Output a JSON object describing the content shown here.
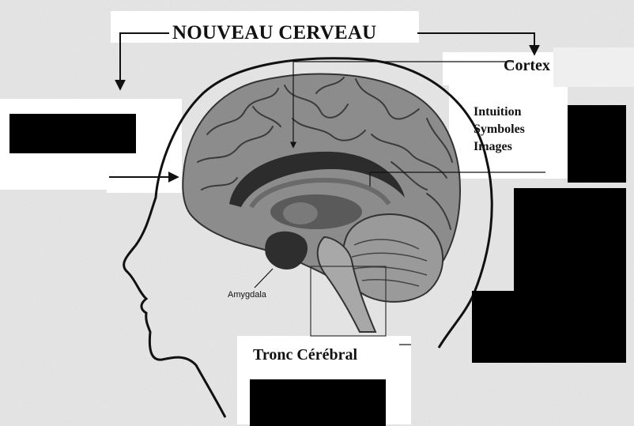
{
  "diagram": {
    "title": "NOUVEAU CERVEAU",
    "labels": {
      "cortex": "Cortex",
      "intuition": [
        "Intuition",
        "Symboles",
        "Images"
      ],
      "tronc": "Tronc Cérébral",
      "amygdala": "Amygdala"
    },
    "redactions_count": 4
  },
  "colors": {
    "background": "#ececec",
    "panel": "#ffffff",
    "brain": "#8e8e8e",
    "ink": "#111111",
    "redaction": "#000000"
  }
}
